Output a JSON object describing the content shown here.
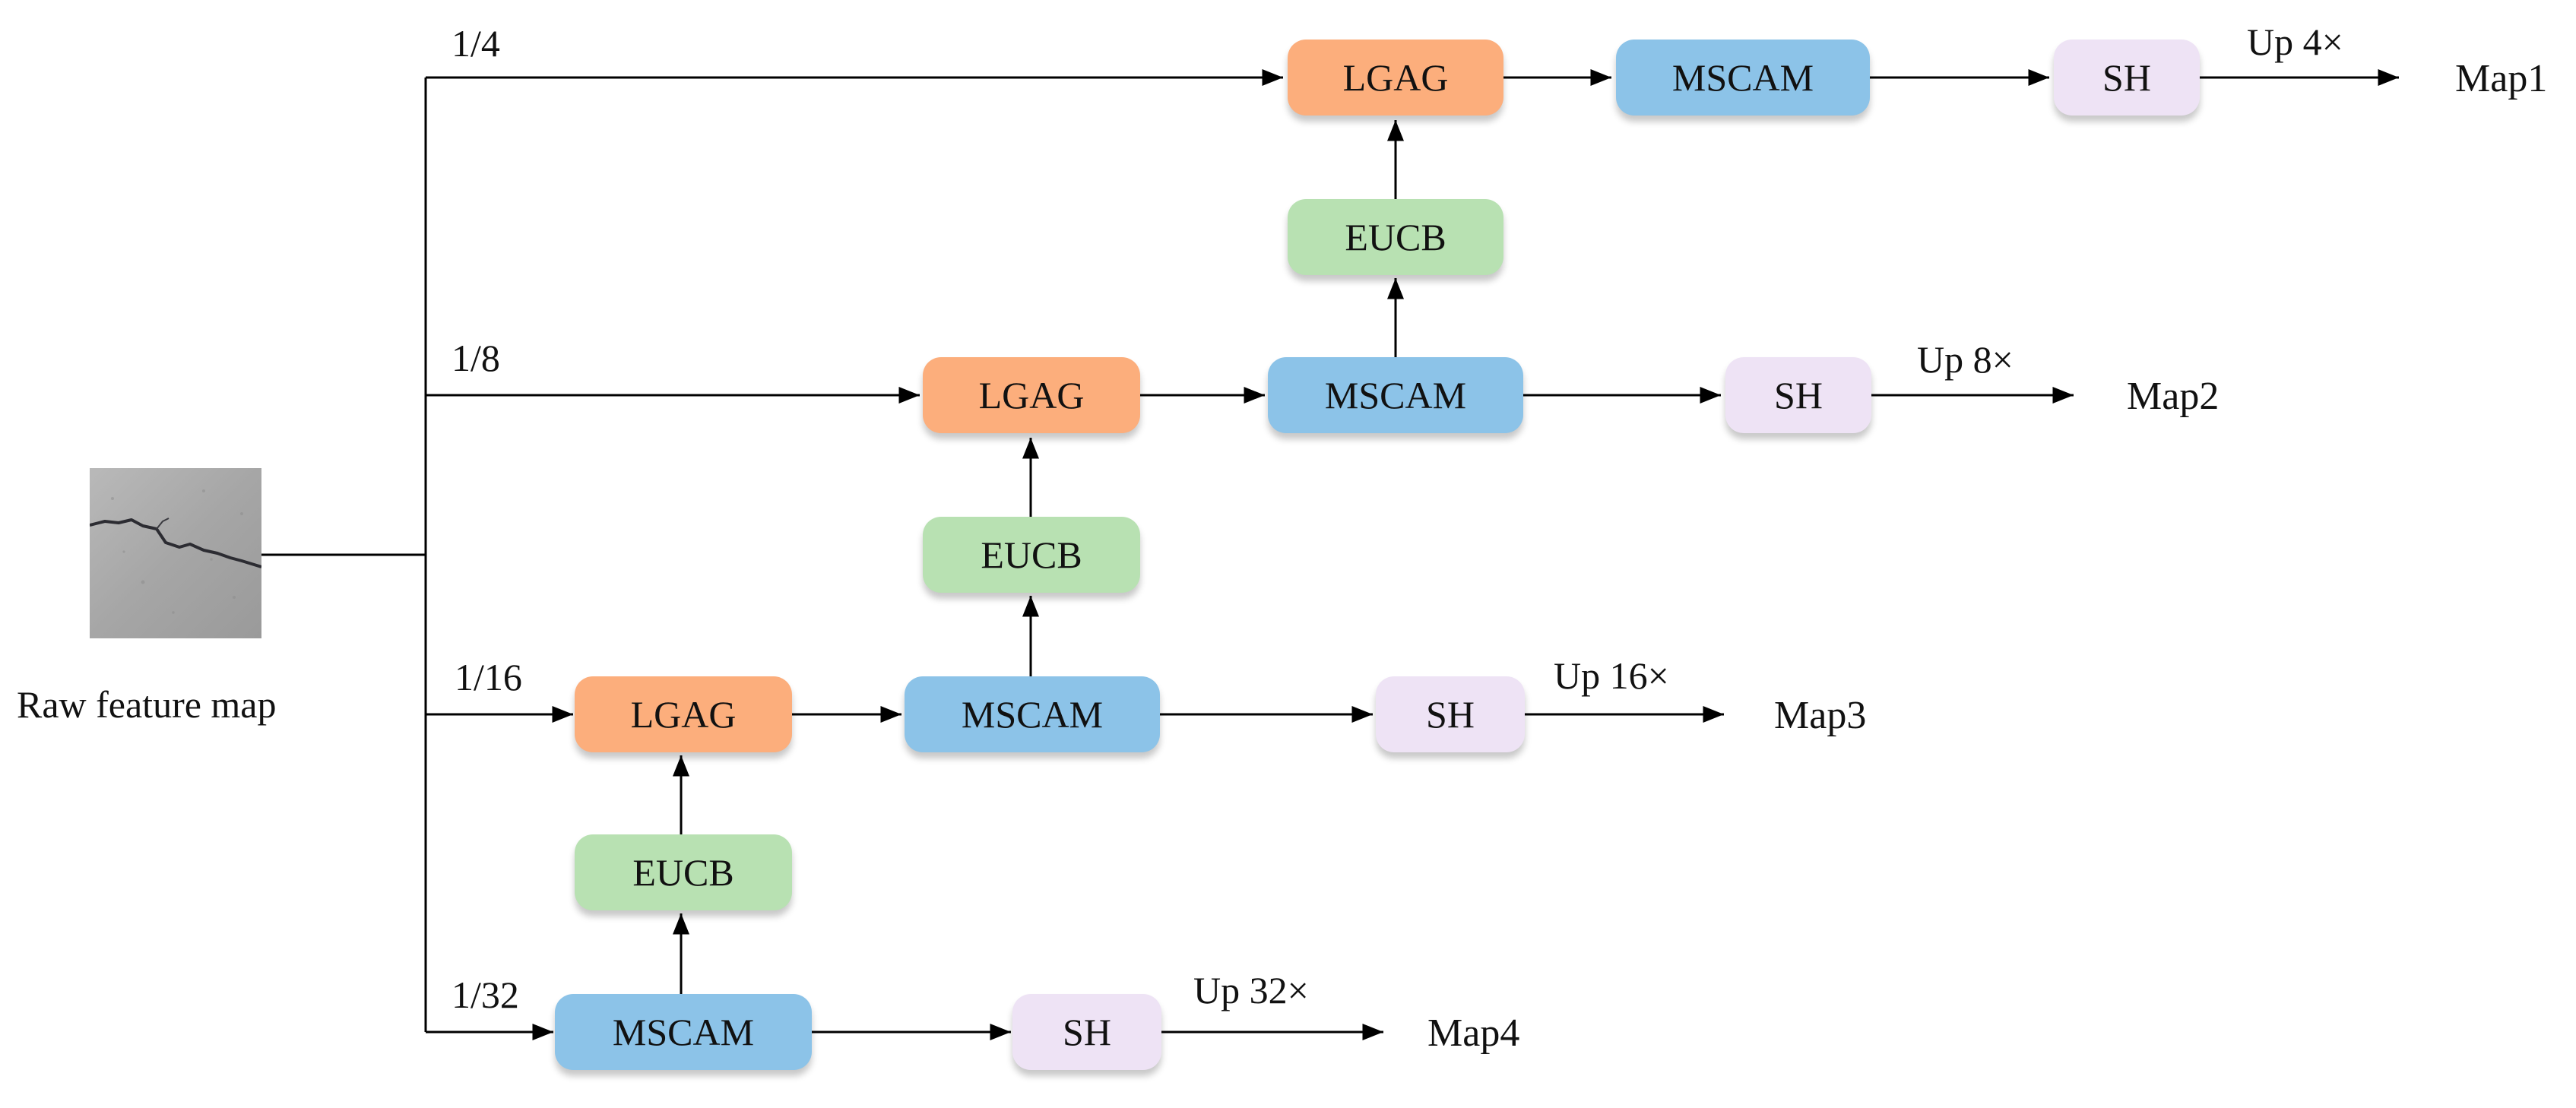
{
  "diagram": {
    "input_label": "Raw feature map",
    "scales": [
      "1/4",
      "1/8",
      "1/16",
      "1/32"
    ],
    "modules": {
      "lgag": "LGAG",
      "mscam": "MSCAM",
      "eucb": "EUCB",
      "sh": "SH"
    },
    "upsample": [
      "Up 4×",
      "Up 8×",
      "Up 16×",
      "Up 32×"
    ],
    "outputs": [
      "Map1",
      "Map2",
      "Map3",
      "Map4"
    ],
    "colors": {
      "lgag": "#fcae7c",
      "mscam": "#8cc3e8",
      "eucb": "#b8e1b2",
      "sh": "#eee3f5",
      "line": "#000000"
    }
  }
}
